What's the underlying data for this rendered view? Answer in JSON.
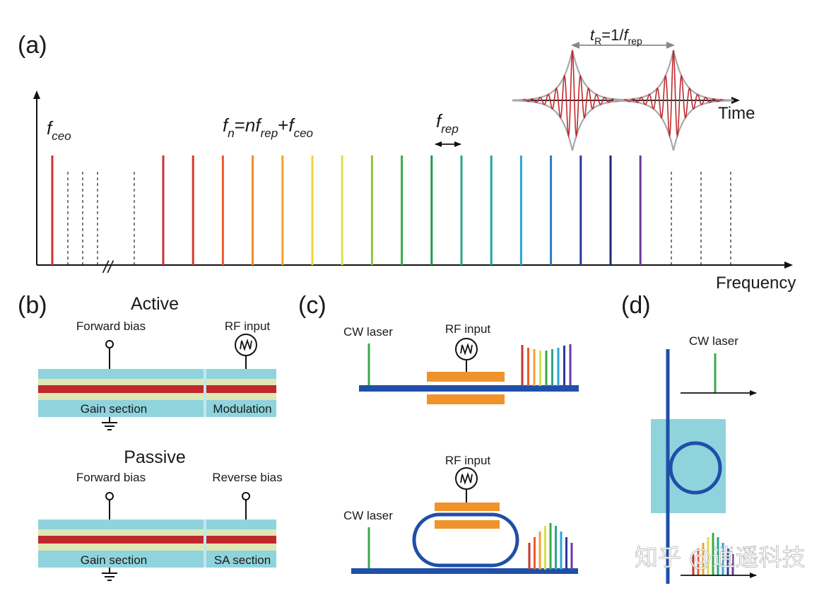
{
  "panel_a": {
    "label": "(a)",
    "pulse_period_label": {
      "t": "t",
      "t_sub": "R",
      "eq": "=1/",
      "f": "f",
      "f_sub": "rep"
    },
    "time_label": "Time",
    "ceo_label": {
      "f": "f",
      "sub": "ceo"
    },
    "formula": {
      "fn": "f",
      "fn_sub": "n",
      "mid": "=",
      "n": "n",
      "f2": "f",
      "rep_sub": "rep",
      "plus": "+",
      "f3": "f",
      "ceo_sub": "ceo"
    },
    "frep_label": {
      "f": "f",
      "sub": "rep"
    },
    "freq_label": "Frequency",
    "break_mark": "//",
    "comb_colors": [
      "#c8362f",
      "#d8382e",
      "#ee5a2c",
      "#f5892a",
      "#f6a12e",
      "#f2d43a",
      "#d9e04a",
      "#8cc63f",
      "#3aaa4a",
      "#1e9a4a",
      "#29a889",
      "#1ea6a0",
      "#2ba5d8",
      "#2a7cc2",
      "#29399c",
      "#1f2a78",
      "#6a3aa0"
    ],
    "left_line_color": "#c8362f"
  },
  "panel_b": {
    "label": "(b)",
    "active": {
      "title": "Active",
      "left_label": "Forward bias",
      "right_label": "RF input",
      "left_section": "Gain section",
      "right_section": "Modulation"
    },
    "passive": {
      "title": "Passive",
      "left_label": "Forward bias",
      "right_label": "Reverse bias",
      "left_section": "Gain section",
      "right_section": "SA section"
    },
    "layer_colors": {
      "cladding": "#8fd3dd",
      "guide": "#dfe8b4",
      "active": "#c0282d"
    }
  },
  "panel_c": {
    "label": "(c)",
    "top": {
      "laser": "CW laser",
      "rf": "RF input"
    },
    "bottom": {
      "laser": "CW laser",
      "rf": "RF input"
    },
    "waveguide_color": "#1f4fa8",
    "electrode_color": "#f0932b"
  },
  "panel_d": {
    "label": "(d)",
    "laser": "CW laser",
    "box_color": "#8fd3dd"
  },
  "watermark": "知乎 @逍遥科技"
}
